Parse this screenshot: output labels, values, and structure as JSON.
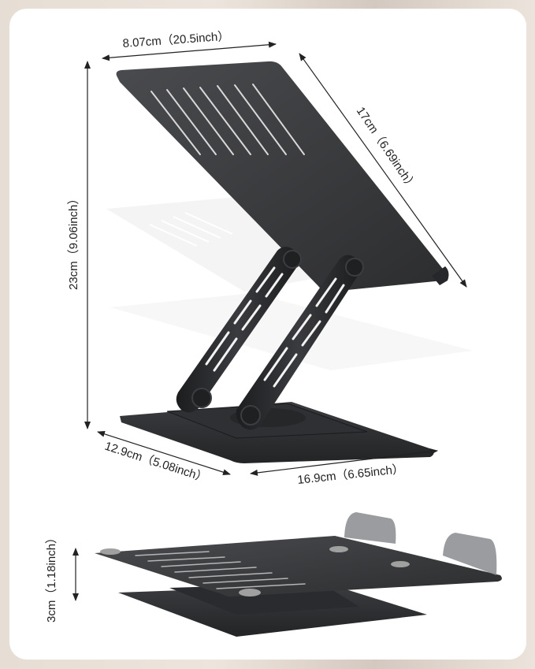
{
  "diagram": {
    "subject": "Adjustable rotating tablet stand dimensions",
    "colors": {
      "background": "#e6ddd4",
      "card": "#ffffff",
      "metal_dark": "#2e2f31",
      "metal_mid": "#3d3e41",
      "ghost": "#f0f0f0",
      "pad": "#9a9a9a",
      "dimension_line": "#222222"
    },
    "dimensions": {
      "top_width": "8.07cm（20.5inch）",
      "plate_length": "17cm（6.69inch）",
      "total_height": "23cm（9.06inch）",
      "base_depth": "12.9cm（5.08inch）",
      "base_width": "16.9cm（6.65inch）",
      "folded_height": "3cm（1.18inch）"
    },
    "views": [
      {
        "name": "extended-view",
        "description": "Stand raised with tilted plate, ghosted alternate angles"
      },
      {
        "name": "folded-view",
        "description": "Stand folded flat on rotating base"
      }
    ]
  }
}
